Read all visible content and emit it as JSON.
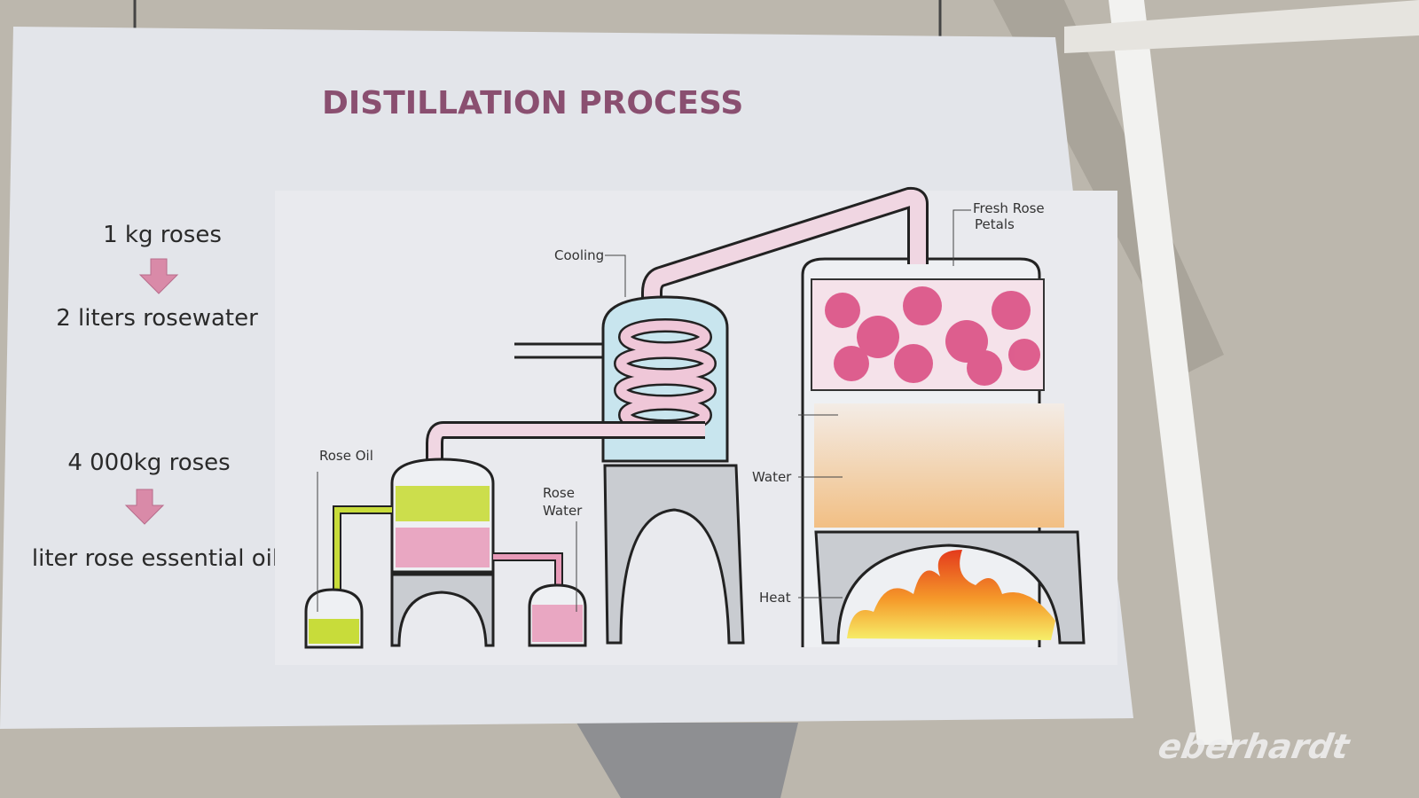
{
  "poster": {
    "title": "DISTILLATION PROCESS",
    "ratios": [
      {
        "input": "1 kg roses",
        "output": "2 liters rosewater"
      },
      {
        "input": "4 000kg roses",
        "output": "liter rose essential oil"
      }
    ],
    "labels": {
      "cooling": "Cooling",
      "fresh_rose_petals_1": "Fresh Rose",
      "fresh_rose_petals_2": "Petals",
      "rose_oil": "Rose Oil",
      "rose_water_1": "Rose",
      "rose_water_2": "Water",
      "water": "Water",
      "heat": "Heat"
    }
  },
  "watermark": "eberhardt",
  "colors": {
    "title": "#8a4f70",
    "arrow": "#d98aa8",
    "oil": "#c8dc3a",
    "rosewater": "#e89ab8",
    "cooling": "#8fd0df"
  }
}
